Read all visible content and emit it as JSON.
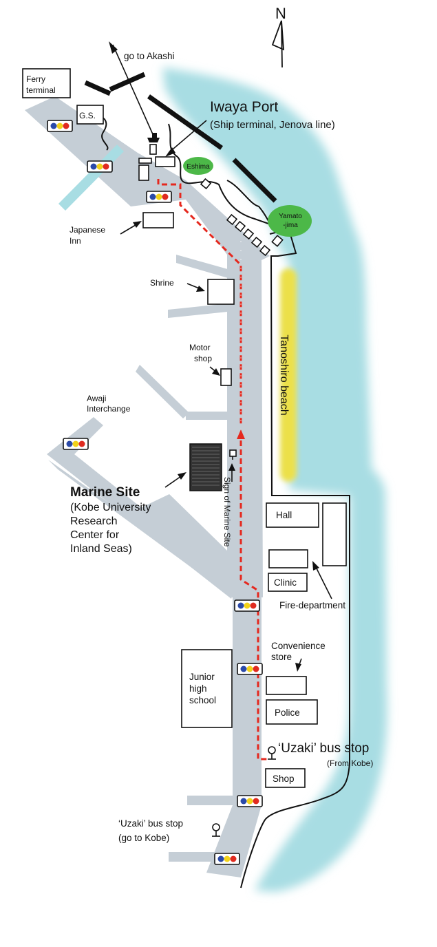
{
  "compass": {
    "label": "N"
  },
  "labels": {
    "go_to_akashi": "go to Akashi",
    "ferry_terminal_1": "Ferry",
    "ferry_terminal_2": "terminal",
    "gs": "G.S.",
    "iwaya_port": "Iwaya Port",
    "iwaya_port_sub": "(Ship terminal, Jenova line)",
    "eshima": "Eshima",
    "yamato_1": "Yamato",
    "yamato_2": "-jima",
    "japanese_inn_1": "Japanese",
    "japanese_inn_2": "Inn",
    "shrine": "Shrine",
    "tanoshiro_beach": "Tanoshiro beach",
    "motor_shop_1": "Motor",
    "motor_shop_2": "shop",
    "awaji_interchange_1": "Awaji",
    "awaji_interchange_2": "Interchange",
    "marine_site": "Marine Site",
    "marine_site_sub_1": "(Kobe University",
    "marine_site_sub_2": "Research",
    "marine_site_sub_3": "Center for",
    "marine_site_sub_4": "Inland Seas)",
    "sign_of_marine_site": "Sign of Marine Site",
    "hall": "Hall",
    "clinic": "Clinic",
    "fire_department": "Fire-department",
    "convenience_store_1": "Convenience",
    "convenience_store_2": "store",
    "junior_high_1": "Junior",
    "junior_high_2": "high",
    "junior_high_3": "school",
    "police": "Police",
    "uzaki_from_kobe": "‘Uzaki’ bus stop",
    "uzaki_from_kobe_sub": "(From Kobe)",
    "shop": "Shop",
    "uzaki_to_kobe": "‘Uzaki’ bus stop",
    "uzaki_to_kobe_sub": "(go to Kobe)"
  },
  "colors": {
    "sea": "#a8dde3",
    "road": "#c5ced6",
    "beach": "#ece04a",
    "island": "#4cb848",
    "route": "#e5281e",
    "signal_blue": "#2b4aa8",
    "signal_yellow": "#f2d21a",
    "signal_red": "#e02b20"
  }
}
